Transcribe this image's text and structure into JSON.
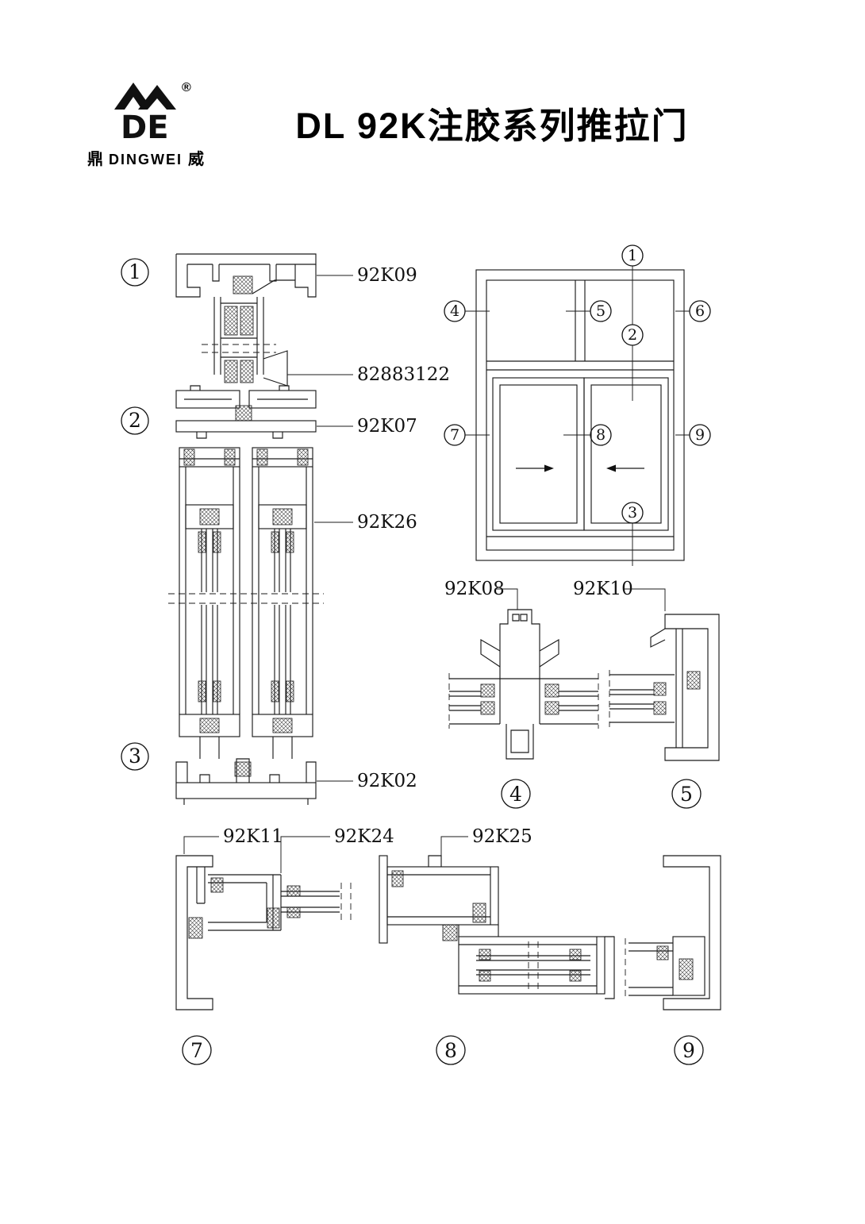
{
  "title": "DL 92K注胶系列推拉门",
  "logo": {
    "registered_mark": "®",
    "char_left": "鼎",
    "name": "DINGWEI",
    "char_right": "威",
    "monogram": "DE"
  },
  "part_labels": {
    "top_frame": "92K09",
    "roller": "82883122",
    "upper_interlock": "92K07",
    "glazing_bead": "92K26",
    "bottom_frame": "92K02",
    "mullion": "92K08",
    "right_frame": "92K10",
    "side_jamb": "92K11",
    "interlock": "92K24",
    "meeting_stile": "92K25"
  },
  "markers": {
    "n1": "1",
    "n2": "2",
    "n3": "3",
    "n4": "4",
    "n5": "5",
    "n6": "6",
    "n7": "7",
    "n8": "8",
    "n9": "9"
  },
  "colors": {
    "background": "#ffffff",
    "line": "#1b1b1b"
  }
}
